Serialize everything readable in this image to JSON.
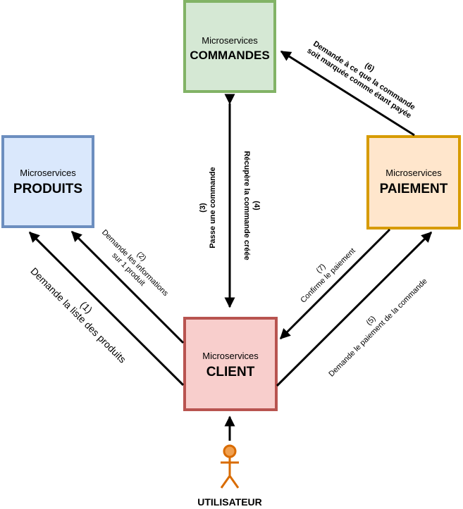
{
  "boxes": {
    "commandes": {
      "sub": "Microservices",
      "main": "COMMANDES",
      "fill": "#d5e8d4",
      "stroke": "#82b366"
    },
    "produits": {
      "sub": "Microservices",
      "main": "PRODUITS",
      "fill": "#dae8fc",
      "stroke": "#6c8ebf"
    },
    "paiement": {
      "sub": "Microservices",
      "main": "PAIEMENT",
      "fill": "#ffe6cc",
      "stroke": "#d79b00"
    },
    "client": {
      "sub": "Microservices",
      "main": "CLIENT",
      "fill": "#f8cecc",
      "stroke": "#b85450"
    }
  },
  "actor": {
    "label": "UTILISATEUR",
    "color": "#d96b00"
  },
  "edges": {
    "e1": {
      "num": "(1)",
      "text": "Demande la liste des produits"
    },
    "e2": {
      "num": "(2)",
      "line1": "Demande les informations",
      "line2": "sur 1 produit"
    },
    "e3": {
      "num": "(3)",
      "text": "Passe une commande"
    },
    "e4": {
      "num": "(4)",
      "text": "Récupère la commande créée"
    },
    "e5": {
      "num": "(5)",
      "text": "Demande le paiement de la commande"
    },
    "e6": {
      "num": "(6)",
      "line1": "Demande à ce que la commande",
      "line2": "soit marquée comme étant payée"
    },
    "e7": {
      "num": "(7)",
      "text": "Confirme le paiement"
    }
  }
}
